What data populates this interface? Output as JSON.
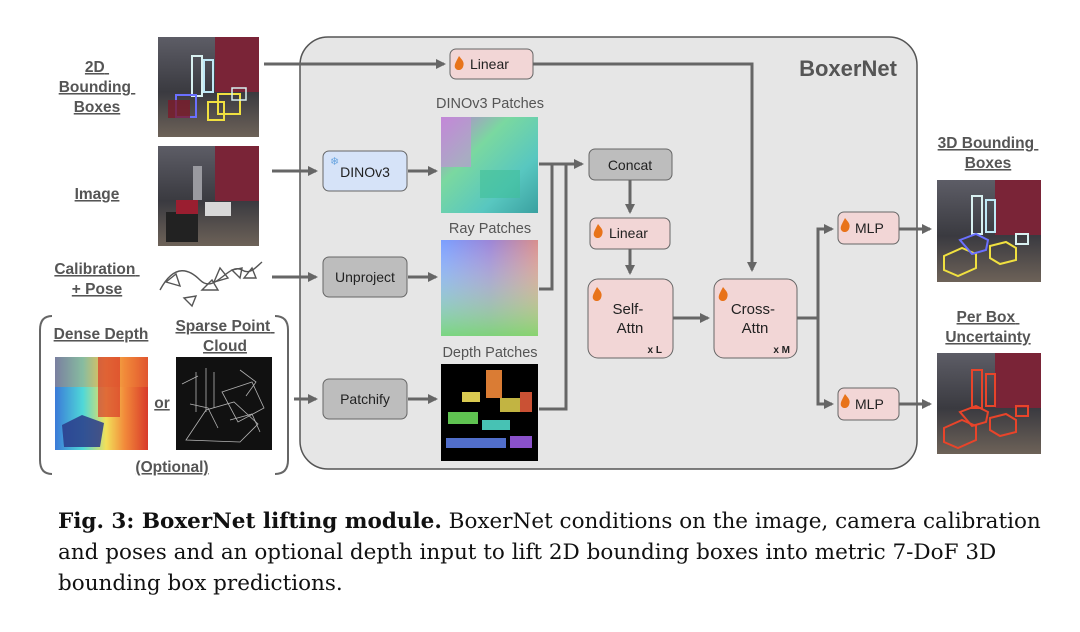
{
  "diagram": {
    "title": "BoxerNet",
    "inputs": {
      "bboxes_2d": [
        "2D",
        "Bounding",
        "Boxes"
      ],
      "image": "Image",
      "calibration": [
        "Calibration",
        "+ Pose"
      ],
      "dense_depth": "Dense Depth",
      "sparse_cloud": [
        "Sparse Point",
        "Cloud"
      ],
      "or": "or",
      "optional": "(Optional)"
    },
    "modules": {
      "dinov3": "DINOv3",
      "unproject": "Unproject",
      "patchify": "Patchify",
      "linear_top": "Linear",
      "concat": "Concat",
      "linear_mid": "Linear",
      "self_attn": [
        "Self-",
        "Attn"
      ],
      "self_attn_rep": "x L",
      "cross_attn": [
        "Cross-",
        "Attn"
      ],
      "cross_attn_rep": "x M",
      "mlp_top": "MLP",
      "mlp_bottom": "MLP"
    },
    "patches": {
      "dino": "DINOv3 Patches",
      "ray": "Ray Patches",
      "depth": "Depth Patches"
    },
    "outputs": {
      "boxes_3d": [
        "3D Bounding",
        "Boxes"
      ],
      "uncertainty": [
        "Per Box",
        "Uncertainty"
      ]
    },
    "colors": {
      "panel_bg": "#e6e6e6",
      "pink_module": "#f2d6d6",
      "gray_module": "#bdbdbd",
      "blue_module": "#d6e3f8",
      "arrow": "#666666",
      "flame": "#e8731a",
      "snowflake": "#6aa5e0"
    },
    "icons": {
      "trainable": "flame-icon",
      "frozen": "snowflake-icon"
    }
  },
  "caption": {
    "label": "Fig. 3: BoxerNet lifting module.",
    "text": " BoxerNet conditions on the image, camera calibration and poses and an optional depth input to lift 2D bounding boxes into metric 7-DoF 3D bounding box predictions."
  }
}
